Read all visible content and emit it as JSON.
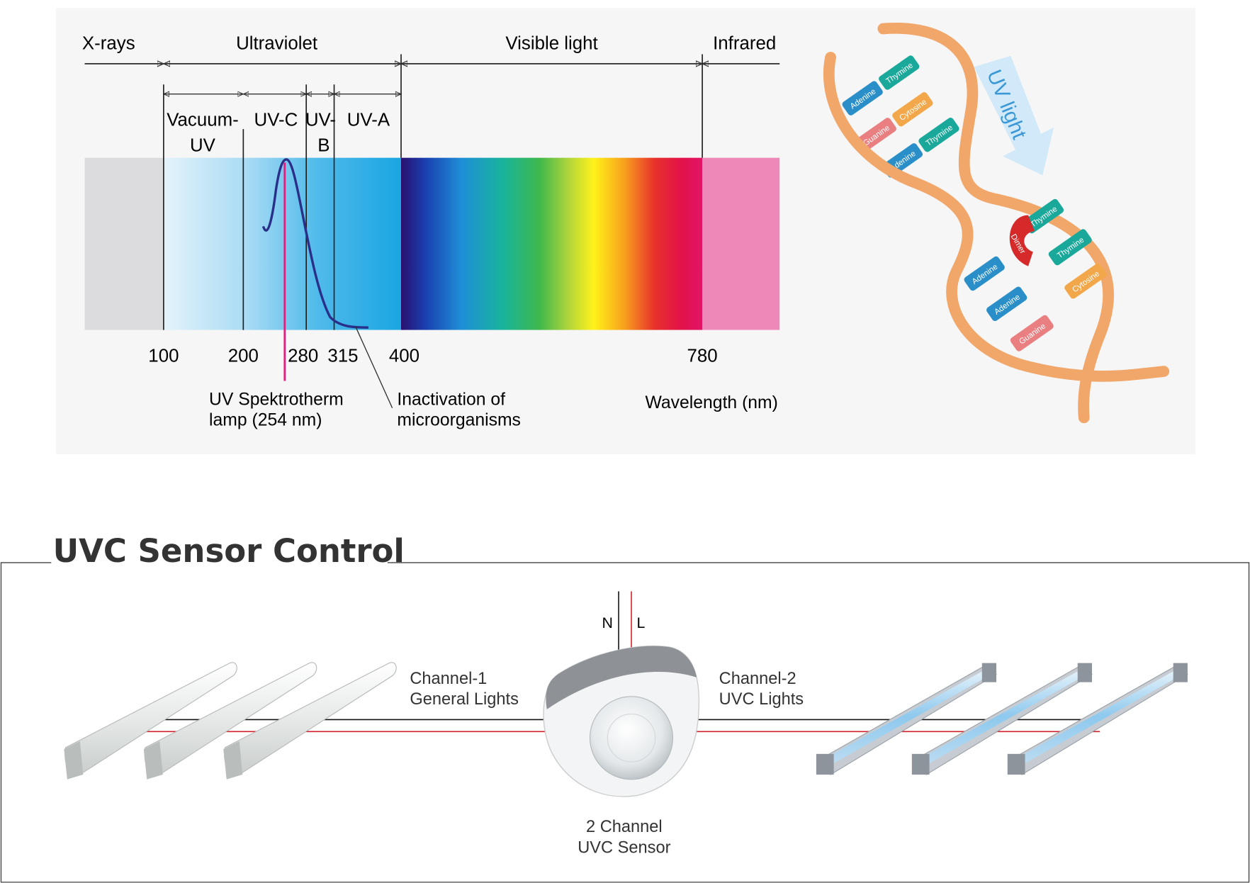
{
  "spectrum": {
    "bands": [
      "X-rays",
      "Ultraviolet",
      "Visible light",
      "Infrared"
    ],
    "sub_bands": {
      "vacuum_1": "Vacuum-",
      "vacuum_2": "UV",
      "uvc": "UV-C",
      "uvb_1": "UV-",
      "uvb_2": "B",
      "uva": "UV-A"
    },
    "ticks": [
      "100",
      "200",
      "280",
      "315",
      "400",
      "780"
    ],
    "lamp_label_1": "UV Spektrotherm",
    "lamp_label_2": "lamp (254 nm)",
    "inact_label_1": "Inactivation of",
    "inact_label_2": "microorganisms",
    "wavelength_label": "Wavelength (nm)"
  },
  "dna": {
    "uv_label": "UV light",
    "top_bases": [
      "Adenine",
      "Thymine",
      "Guanine",
      "Cytosine",
      "Adenine",
      "Thymine"
    ],
    "bottom_bases": [
      "Thymine",
      "Dimer",
      "Thymine",
      "Adenine",
      "Cytosine",
      "Adenine",
      "Guanine"
    ]
  },
  "control": {
    "title": "UVC Sensor Control",
    "n_label": "N",
    "l_label": "L",
    "ch1_line1": "Channel-1",
    "ch1_line2": "General Lights",
    "ch2_line1": "Channel-2",
    "ch2_line2": "UVC Lights",
    "sensor_line1": "2 Channel",
    "sensor_line2": "UVC Sensor"
  },
  "colors": {
    "wire_red": "#d0202a",
    "wire_black": "#111111",
    "lamp_marker": "#e0207a",
    "helix": "#f1a66a"
  }
}
